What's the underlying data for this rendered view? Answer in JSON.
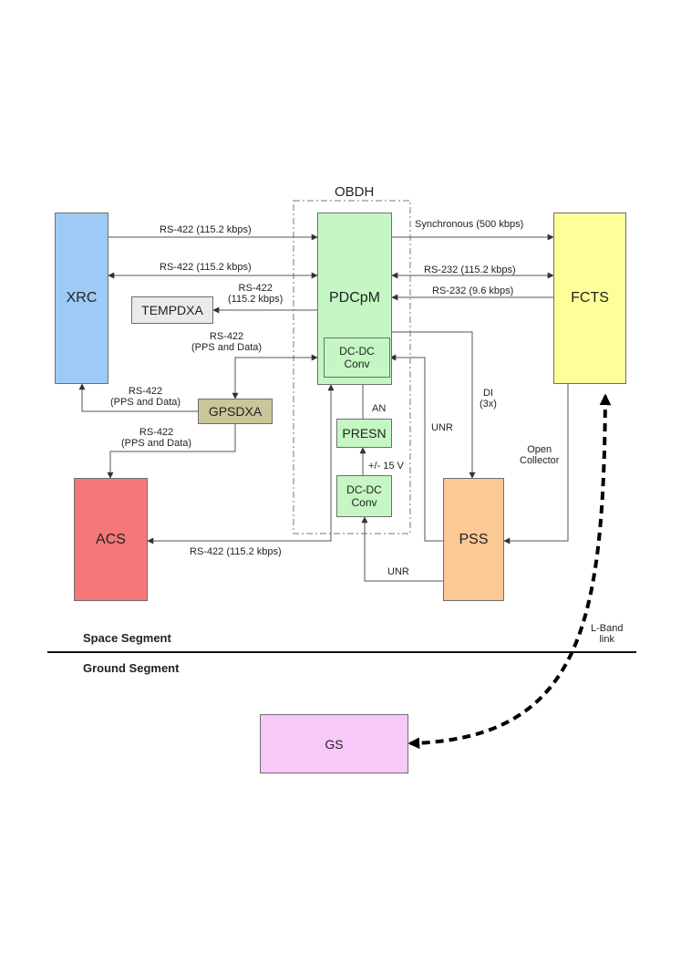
{
  "obdh": {
    "title": "OBDH"
  },
  "blocks": {
    "xrc": "XRC",
    "pdcpm": "PDCpM",
    "fcts": "FCTS",
    "tempdxa": "TEMPDXA",
    "gpsdxa": "GPSDXA",
    "acs": "ACS",
    "pss": "PSS",
    "presn": "PRESN",
    "dcdc_top": [
      "DC-DC",
      "Conv"
    ],
    "dcdc_bottom": [
      "DC-DC",
      "Conv"
    ],
    "gs": "GS"
  },
  "links": {
    "xrc_pdcpm_1": "RS-422 (115.2 kbps)",
    "xrc_pdcpm_2": "RS-422 (115.2 kbps)",
    "tempdxa": [
      "RS-422",
      "(115.2 kbps)"
    ],
    "gps_pps_top": [
      "RS-422",
      "(PPS and Data)"
    ],
    "gps_to_xrc": [
      "RS-422",
      "(PPS and Data)"
    ],
    "gps_to_acs": [
      "RS-422",
      "(PPS and Data)"
    ],
    "acs_link": "RS-422 (115.2 kbps)",
    "sync": "Synchronous (500 kbps)",
    "rs232_fast": "RS-232 (115.2 kbps)",
    "rs232_slow": "RS-232 (9.6 kbps)",
    "di": [
      "DI",
      "(3x)"
    ],
    "an": "AN",
    "pm15": "+/- 15 V",
    "unr_right": "UNR",
    "unr_bottom": "UNR",
    "open_collector": [
      "Open",
      "Collector"
    ],
    "lband": [
      "L-Band",
      "link"
    ]
  },
  "segments": {
    "space": "Space Segment",
    "ground": "Ground Segment"
  },
  "colors": {
    "xrc": "#9ecbf5",
    "pdcpm": "#c4f7c4",
    "fcts": "#ffff9a",
    "tempdxa": "#eaeaea",
    "gpsdxa": "#c9c69a",
    "acs": "#f57878",
    "pss": "#fbc896",
    "dcdc": "#c4f7c4",
    "presn": "#c4f7c4",
    "gs": "#f8c8f8"
  }
}
